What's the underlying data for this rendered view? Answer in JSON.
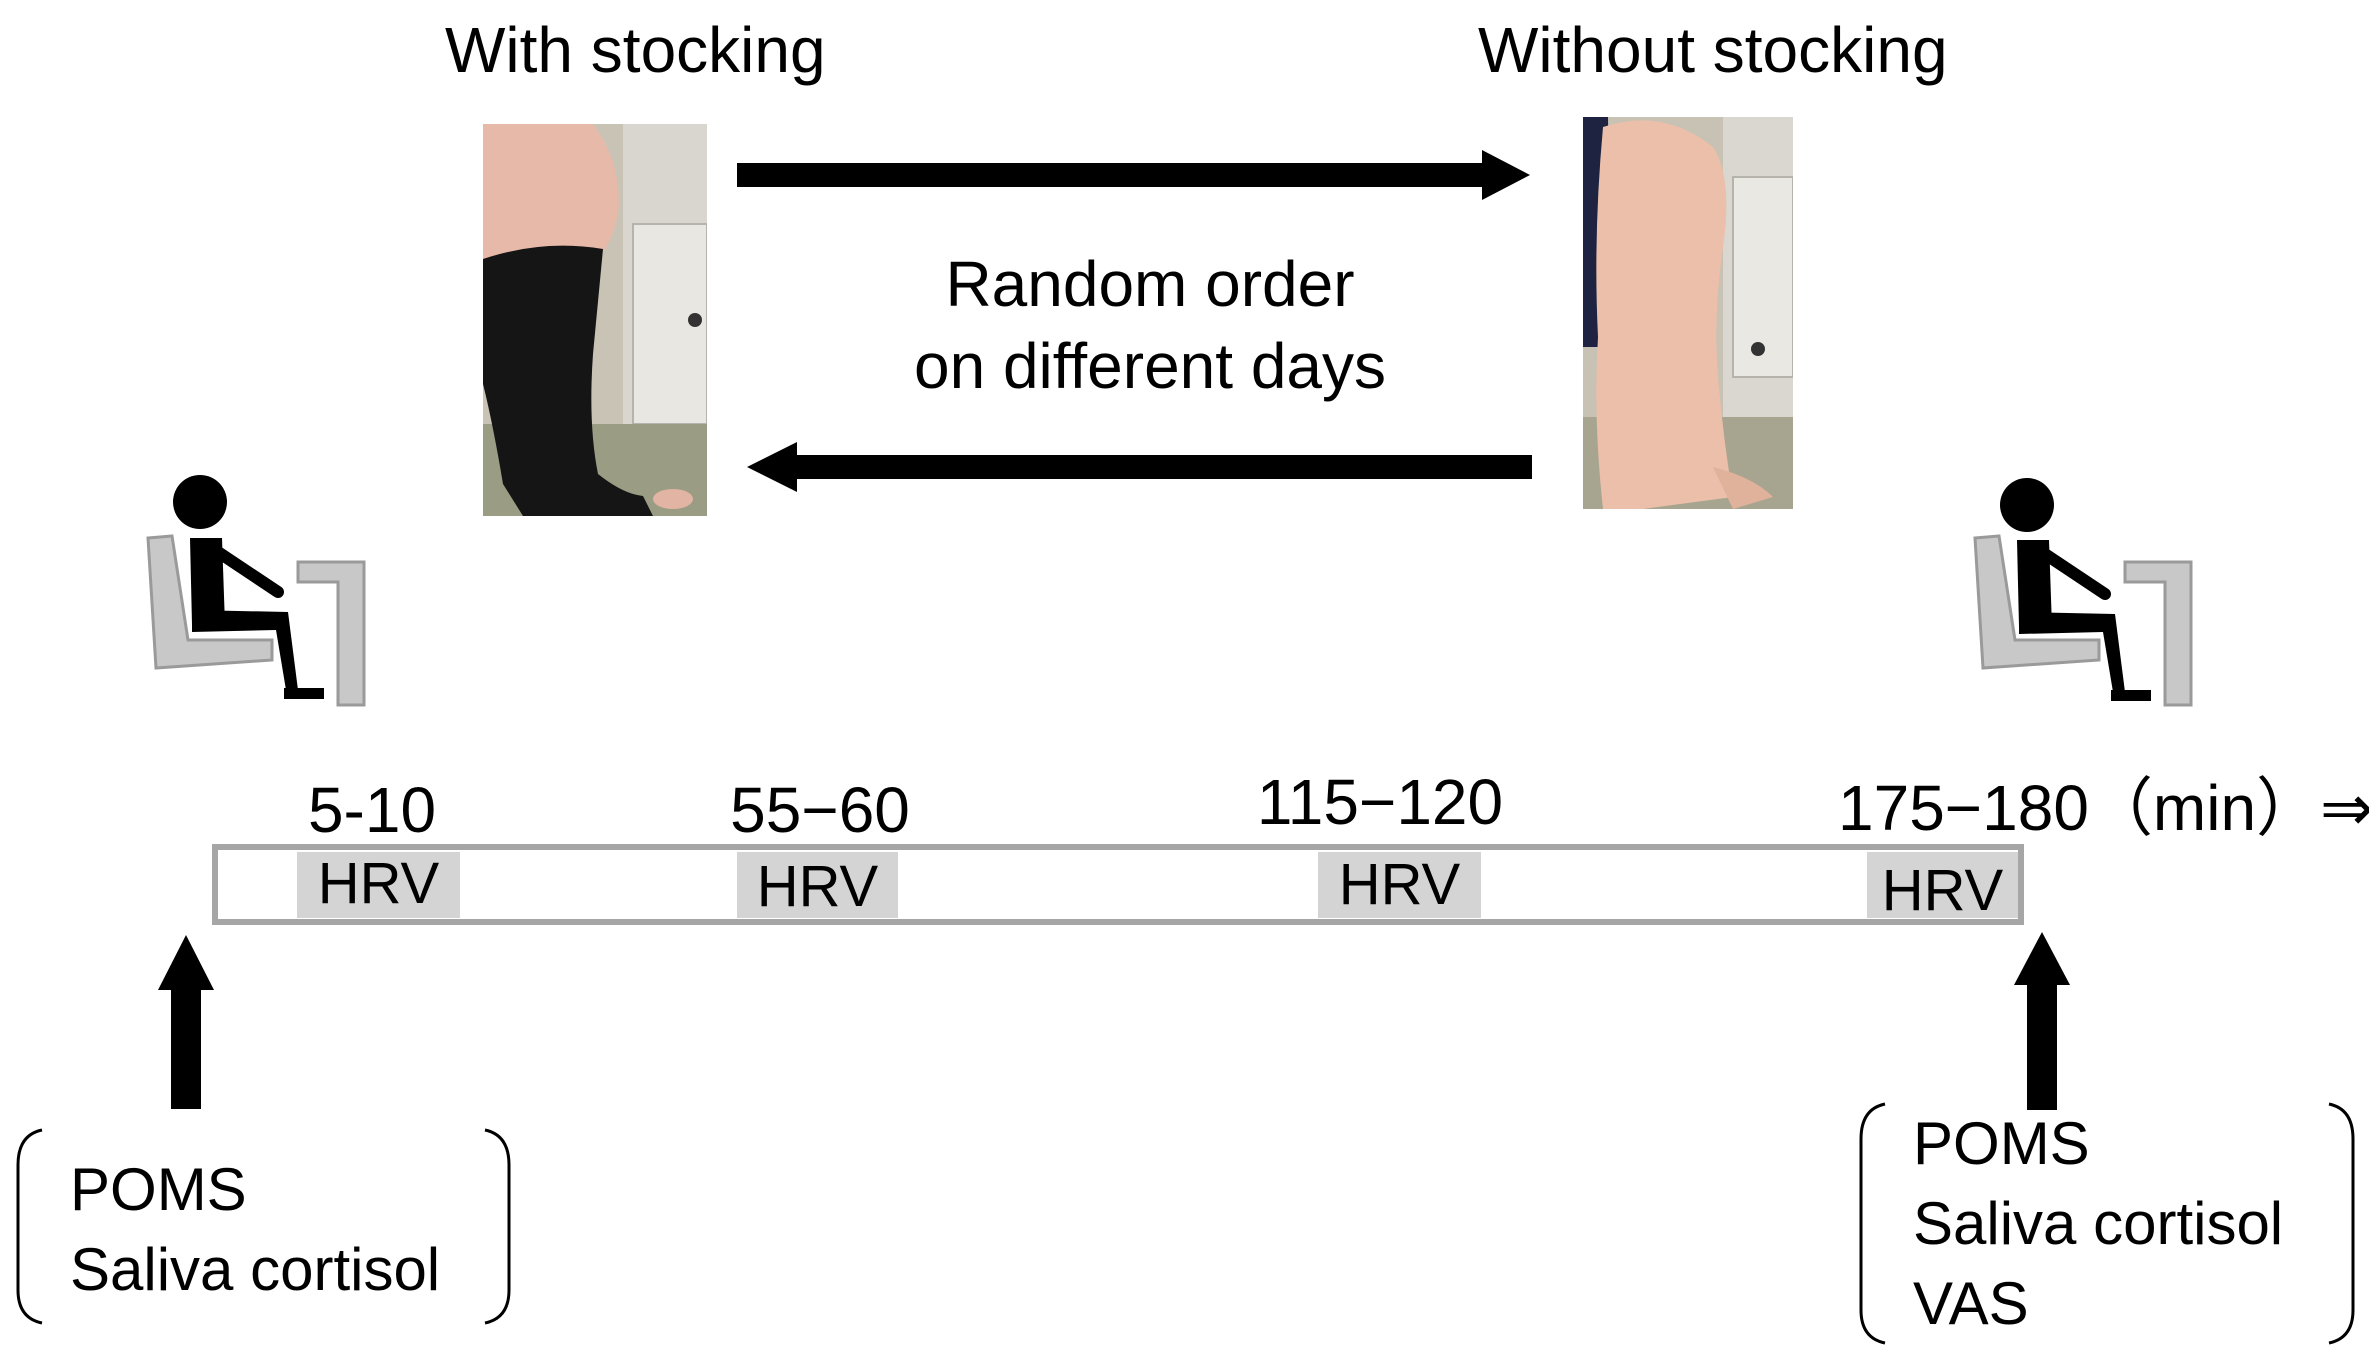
{
  "conditions": {
    "with_stocking": "With stocking",
    "without_stocking": "Without stocking"
  },
  "random_order": {
    "line1": "Random order",
    "line2": "on different days"
  },
  "timeline": {
    "labels": [
      "5-10",
      "55−60",
      "115−120",
      "175−180（min）⇒"
    ],
    "hrv_label": "HRV"
  },
  "start_measures": [
    "POMS",
    "Saliva cortisol"
  ],
  "end_measures": [
    "POMS",
    "Saliva cortisol",
    "VAS"
  ],
  "colors": {
    "arrow": "#000000",
    "hrv_fill": "#d4d4d4",
    "bar_border": "#a6a6a6",
    "seat": "#c8c8c8"
  }
}
